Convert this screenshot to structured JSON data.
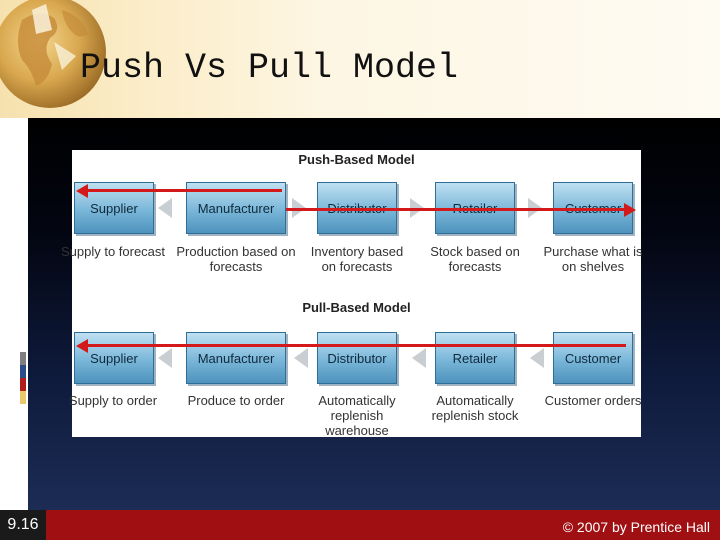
{
  "slide": {
    "title": "Push Vs Pull Model",
    "number": "9.16",
    "copyright": "© 2007 by Prentice Hall"
  },
  "diagram": {
    "push": {
      "heading": "Push-Based Model",
      "stages": [
        {
          "label": "Supplier",
          "description": "Supply to forecast"
        },
        {
          "label": "Manufacturer",
          "description": "Production based on forecasts"
        },
        {
          "label": "Distributor",
          "description": "Inventory based on forecasts"
        },
        {
          "label": "Retailer",
          "description": "Stock based on forecasts"
        },
        {
          "label": "Customer",
          "description": "Purchase what is on shelves"
        }
      ]
    },
    "pull": {
      "heading": "Pull-Based Model",
      "stages": [
        {
          "label": "Supplier",
          "description": "Supply to order"
        },
        {
          "label": "Manufacturer",
          "description": "Produce to order"
        },
        {
          "label": "Distributor",
          "description": "Automatically replenish warehouse"
        },
        {
          "label": "Retailer",
          "description": "Automatically replenish stock"
        },
        {
          "label": "Customer",
          "description": "Customer orders"
        }
      ]
    }
  },
  "colors": {
    "footer": "#a00f12",
    "arrow": "#d4191a",
    "box": "#79b6d8"
  }
}
